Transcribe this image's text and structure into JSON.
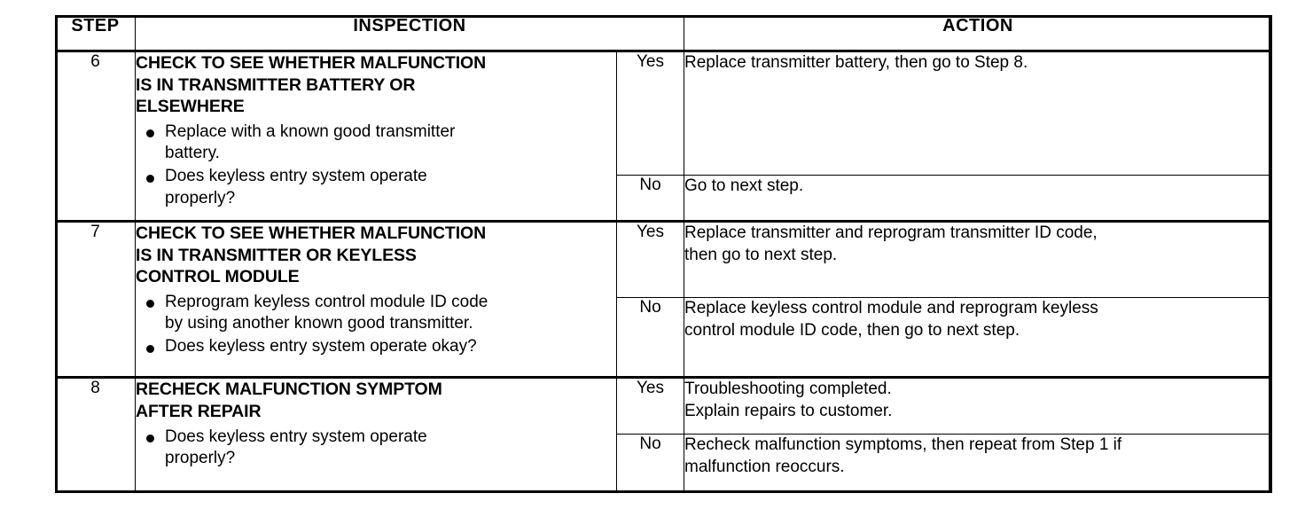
{
  "table": {
    "headers": {
      "step": "STEP",
      "inspection": "INSPECTION",
      "action": "ACTION"
    },
    "rows": [
      {
        "step": "6",
        "inspection": {
          "title_lines": [
            "CHECK TO SEE WHETHER MALFUNCTION",
            "IS IN TRANSMITTER BATTERY OR",
            "ELSEWHERE"
          ],
          "bullets": [
            [
              "Replace with a known good transmitter",
              "battery."
            ],
            [
              "Does keyless entry system operate",
              "properly?"
            ]
          ]
        },
        "outcomes": [
          {
            "answer": "Yes",
            "action_lines": [
              "Replace transmitter battery, then go to Step 8."
            ]
          },
          {
            "answer": "No",
            "action_lines": [
              "Go to next step."
            ]
          }
        ]
      },
      {
        "step": "7",
        "inspection": {
          "title_lines": [
            "CHECK TO SEE WHETHER MALFUNCTION",
            "IS IN TRANSMITTER OR KEYLESS",
            "CONTROL MODULE"
          ],
          "bullets": [
            [
              "Reprogram keyless control module ID code",
              "by using another known good transmitter."
            ],
            [
              "Does keyless entry system operate okay?"
            ]
          ]
        },
        "outcomes": [
          {
            "answer": "Yes",
            "action_lines": [
              "Replace transmitter and reprogram transmitter ID code,",
              "then go to next step."
            ]
          },
          {
            "answer": "No",
            "action_lines": [
              "Replace keyless control module and reprogram keyless",
              "control module ID code, then go to next step."
            ]
          }
        ]
      },
      {
        "step": "8",
        "inspection": {
          "title_lines": [
            "RECHECK MALFUNCTION SYMPTOM",
            "AFTER REPAIR"
          ],
          "bullets": [
            [
              "Does keyless entry system operate",
              "properly?"
            ]
          ]
        },
        "outcomes": [
          {
            "answer": "Yes",
            "action_lines": [
              "Troubleshooting completed.",
              "Explain repairs to customer."
            ]
          },
          {
            "answer": "No",
            "action_lines": [
              "Recheck malfunction symptoms, then repeat from Step 1 if",
              "malfunction reoccurs."
            ]
          }
        ]
      }
    ]
  },
  "style": {
    "ink_color": "#000000",
    "paper_color": "#ffffff"
  }
}
